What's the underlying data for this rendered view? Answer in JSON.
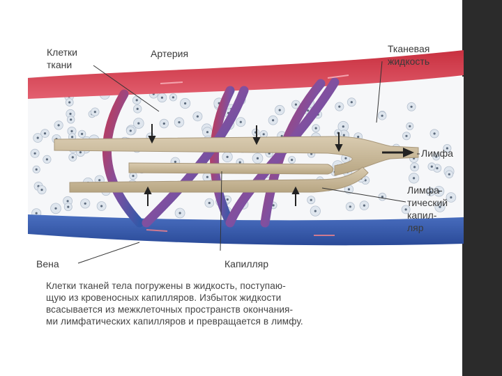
{
  "labels": {
    "cells": "Клетки\nткани",
    "artery": "Артерия",
    "tissue_fluid": "Тканевая\nжидкость",
    "lymph": "Лимфа",
    "lymph_capillary": "Лимфа-\nтический\nкапил-\nляр",
    "vein": "Вена",
    "capillary": "Капилляр"
  },
  "caption": [
    "Клетки тканей тела погружены в жидкость, поступаю-",
    "щую из кровеносных капилляров. Избыток жидкости",
    "всасывается из межклеточных пространств окончания-",
    "ми лимфатических капилляров и превращается в лимфу."
  ],
  "colors": {
    "artery": "#d03a4a",
    "vein": "#3358a8",
    "lymph": "#c9b89a",
    "cell": "#dfe6ee",
    "frame": "#2b2b2b"
  }
}
